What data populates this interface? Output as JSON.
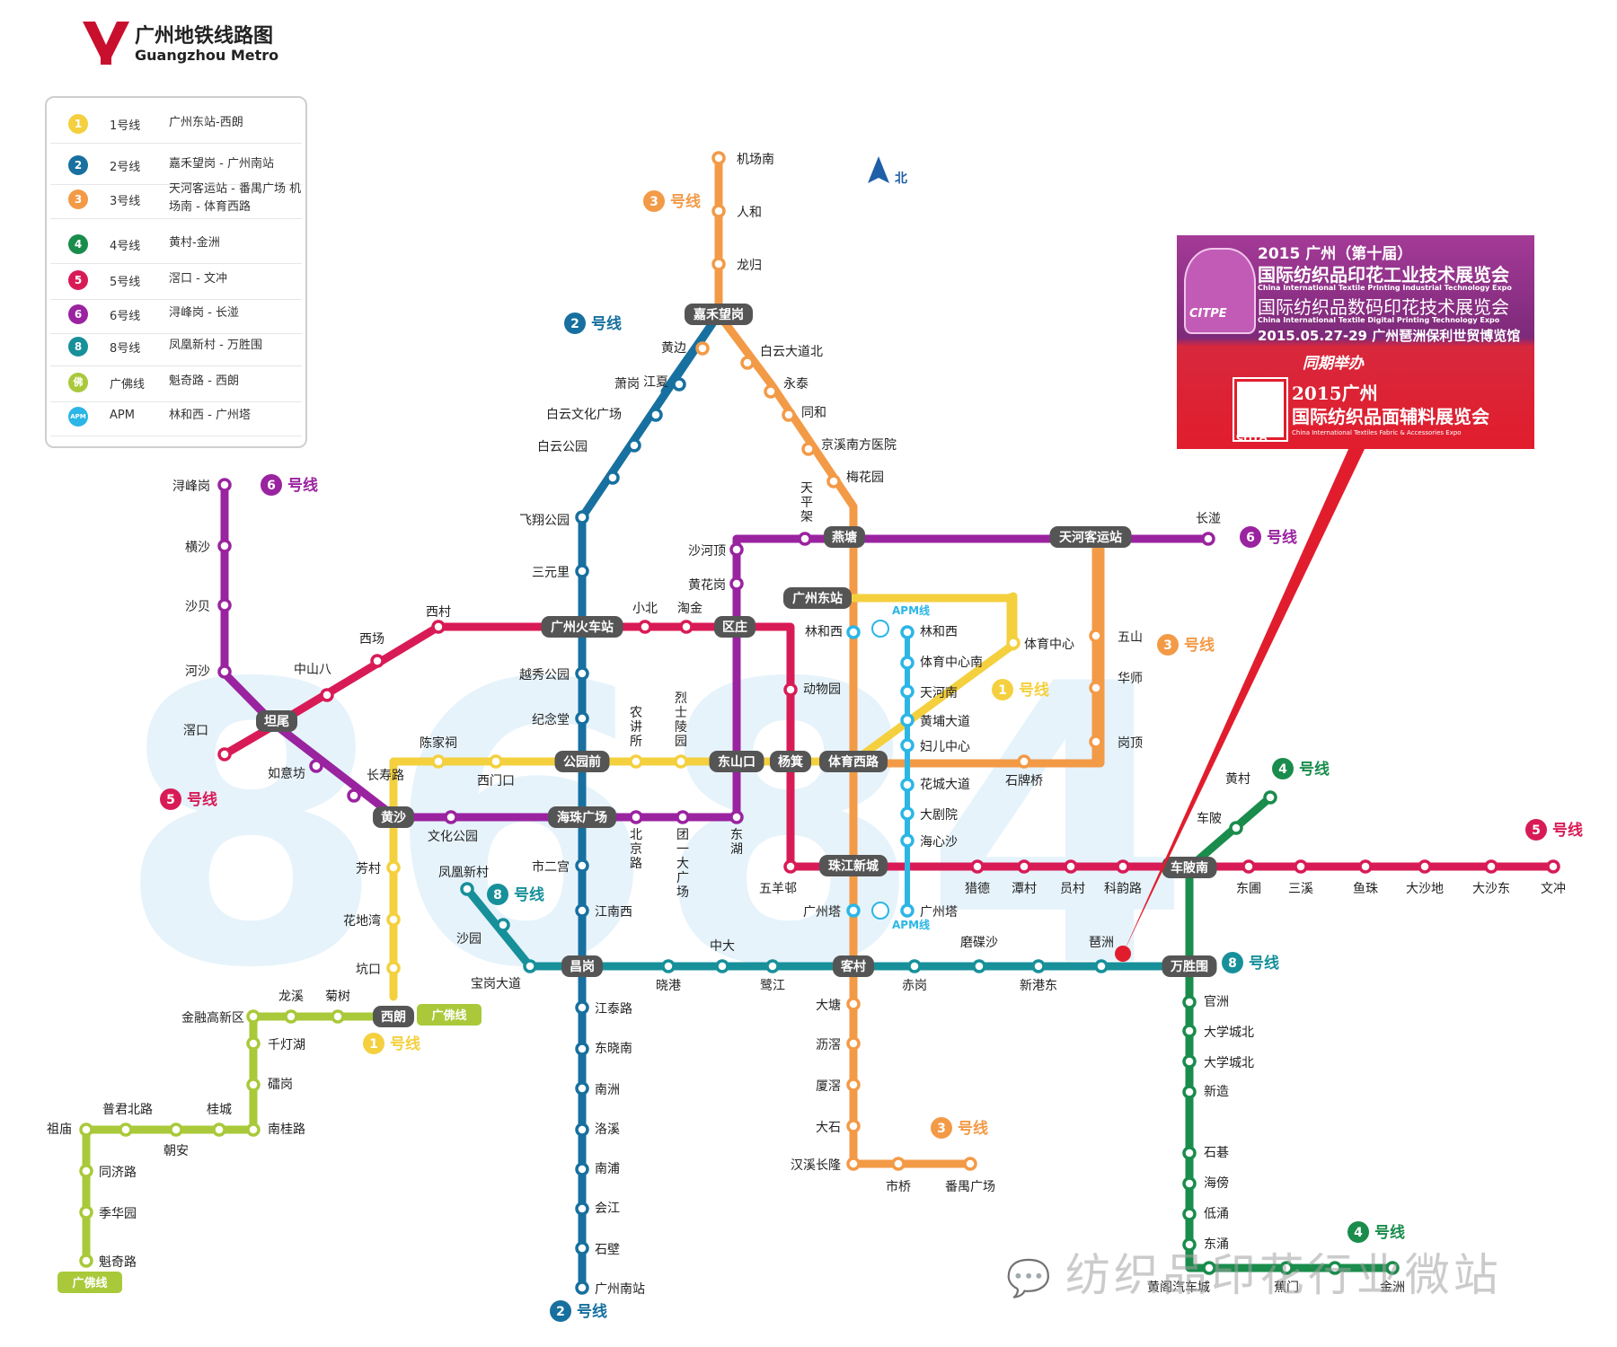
{
  "header": {
    "title_zh": "广州地铁线路图",
    "title_en": "Guangzhou Metro"
  },
  "colors": {
    "line1": "#f4d03f",
    "line2": "#17709f",
    "line3": "#f39a47",
    "line4": "#1a8c4c",
    "line5": "#d81b56",
    "line6": "#9a23a0",
    "line8": "#17909a",
    "gf": "#a9c93a",
    "apm": "#2bb6e6",
    "interchange": "#555555",
    "ad_pink": "#a43a97",
    "ad_red": "#e11d2d"
  },
  "legend": [
    {
      "num": "1",
      "name": "1号线",
      "range": "广州东站-西朗",
      "color": "#f4d03f"
    },
    {
      "num": "2",
      "name": "2号线",
      "range": "嘉禾望岗 - 广州南站",
      "color": "#17709f"
    },
    {
      "num": "3",
      "name": "3号线",
      "range": "天河客运站 - 番禺广场 机场南 - 体育西路",
      "color": "#f39a47"
    },
    {
      "num": "4",
      "name": "4号线",
      "range": "黄村-金洲",
      "color": "#1a8c4c"
    },
    {
      "num": "5",
      "name": "5号线",
      "range": "滘口 - 文冲",
      "color": "#d81b56"
    },
    {
      "num": "6",
      "name": "6号线",
      "range": "浔峰岗 - 长湴",
      "color": "#9a23a0"
    },
    {
      "num": "8",
      "name": "8号线",
      "range": "凤凰新村 - 万胜围",
      "color": "#17909a"
    },
    {
      "num": "佛",
      "name": "广佛线",
      "range": "魁奇路 - 西朗",
      "color": "#a9c93a"
    },
    {
      "num": "APM",
      "name": "APM",
      "range": "林和西 - 广州塔",
      "color": "#2bb6e6"
    }
  ],
  "north_label": "北",
  "line_tags": [
    {
      "num": "2",
      "text": "号线",
      "color": "#17709f"
    },
    {
      "num": "3",
      "text": "号线",
      "color": "#f39a47"
    },
    {
      "num": "6",
      "text": "号线",
      "color": "#9a23a0"
    },
    {
      "num": "6",
      "text": "号线",
      "color": "#9a23a0"
    },
    {
      "num": "5",
      "text": "号线",
      "color": "#d81b56"
    },
    {
      "num": "5",
      "text": "号线",
      "color": "#d81b56"
    },
    {
      "num": "3",
      "text": "号线",
      "color": "#f39a47"
    },
    {
      "num": "1",
      "text": "号线",
      "color": "#f4d03f"
    },
    {
      "num": "4",
      "text": "号线",
      "color": "#1a8c4c"
    },
    {
      "num": "8",
      "text": "号线",
      "color": "#17909a"
    },
    {
      "num": "8",
      "text": "号线",
      "color": "#17909a"
    },
    {
      "num": "1",
      "text": "号线",
      "color": "#f4d03f"
    },
    {
      "num": "3",
      "text": "号线",
      "color": "#f39a47"
    },
    {
      "num": "4",
      "text": "号线",
      "color": "#1a8c4c"
    },
    {
      "num": "2",
      "text": "号线",
      "color": "#17709f"
    }
  ],
  "box_tags": [
    "广佛线",
    "广佛线"
  ],
  "apm_tags": [
    "APM线",
    "APM线"
  ],
  "interchanges": [
    "嘉禾望岗",
    "燕塘",
    "天河客运站",
    "广州东站",
    "广州火车站",
    "区庄",
    "坦尾",
    "公园前",
    "东山口",
    "杨箕",
    "体育西路",
    "黄沙",
    "海珠广场",
    "珠江新城",
    "车陂南",
    "昌岗",
    "客村",
    "万胜围",
    "西朗"
  ],
  "stations": {
    "line3_north": [
      "机场南",
      "人和",
      "龙归",
      "黄边",
      "白云大道北",
      "永泰",
      "同和",
      "京溪南方医院",
      "梅花园"
    ],
    "line2": [
      "江夏",
      "萧岗",
      "白云文化广场",
      "白云公园",
      "飞翔公园",
      "三元里",
      "越秀公园",
      "纪念堂",
      "市二宫",
      "江南西",
      "江泰路",
      "东晓南",
      "南洲",
      "洛溪",
      "南浦",
      "会江",
      "石壁",
      "广州南站"
    ],
    "line6": [
      "浔峰岗",
      "横沙",
      "沙贝",
      "河沙",
      "如意坊",
      "长寿路",
      "文化公园",
      "北京路",
      "团一大广场",
      "东湖",
      "沙河顶",
      "黄花岗",
      "天平架",
      "长湴"
    ],
    "line5": [
      "滘口",
      "中山八",
      "西场",
      "西村",
      "小北",
      "淘金",
      "动物园",
      "五羊邨",
      "猎德",
      "潭村",
      "员村",
      "科韵路",
      "东圃",
      "三溪",
      "鱼珠",
      "大沙地",
      "大沙东",
      "文冲"
    ],
    "line1": [
      "陈家祠",
      "西门口",
      "农讲所",
      "烈士陵园",
      "芳村",
      "花地湾",
      "坑口",
      "体育中心"
    ],
    "apm": [
      "林和西",
      "林和西",
      "体育中心南",
      "天河南",
      "黄埔大道",
      "妇儿中心",
      "花城大道",
      "大剧院",
      "海心沙",
      "广州塔",
      "广州塔"
    ],
    "line3_main": [
      "五山",
      "华师",
      "岗顶",
      "石牌桥",
      "大塘",
      "沥滘",
      "厦滘",
      "大石",
      "汉溪长隆",
      "市桥",
      "番禺广场"
    ],
    "line8": [
      "凤凰新村",
      "沙园",
      "宝岗大道",
      "晓港",
      "中大",
      "鹭江",
      "赤岗",
      "磨碟沙",
      "新港东",
      "琶洲"
    ],
    "line4": [
      "黄村",
      "车陂",
      "官洲",
      "大学城北",
      "大学城北",
      "新造",
      "石碁",
      "海傍",
      "低涌",
      "东涌",
      "黄阁汽车城",
      "蕉门",
      "金洲"
    ],
    "guangfo": [
      "龙溪",
      "菊树",
      "金融高新区",
      "千灯湖",
      "礌岗",
      "南桂路",
      "桂城",
      "朝安",
      "普君北路",
      "祖庙",
      "同济路",
      "季华园",
      "魁奇路"
    ]
  },
  "ad": {
    "line1": "2015 广州（第十届）",
    "line2": "国际纺织品印花工业技术展览会",
    "line3": "China International Textile Printing Industrial Technology Expo",
    "line4": "国际纺织品数码印花技术展览会",
    "line5": "China International Textile Digital Printing Technology Expo",
    "line6": "2015.05.27-29  广州琶洲保利世贸博览馆",
    "line7": "同期举办",
    "line8": "2015广州",
    "line9": "国际纺织品面辅料展览会",
    "line10": "China International Textiles Fabric & Accessories Expo",
    "logo1": "CITPE",
    "logo2": "CITFA"
  },
  "watermark": "纺织品印花行业微站"
}
